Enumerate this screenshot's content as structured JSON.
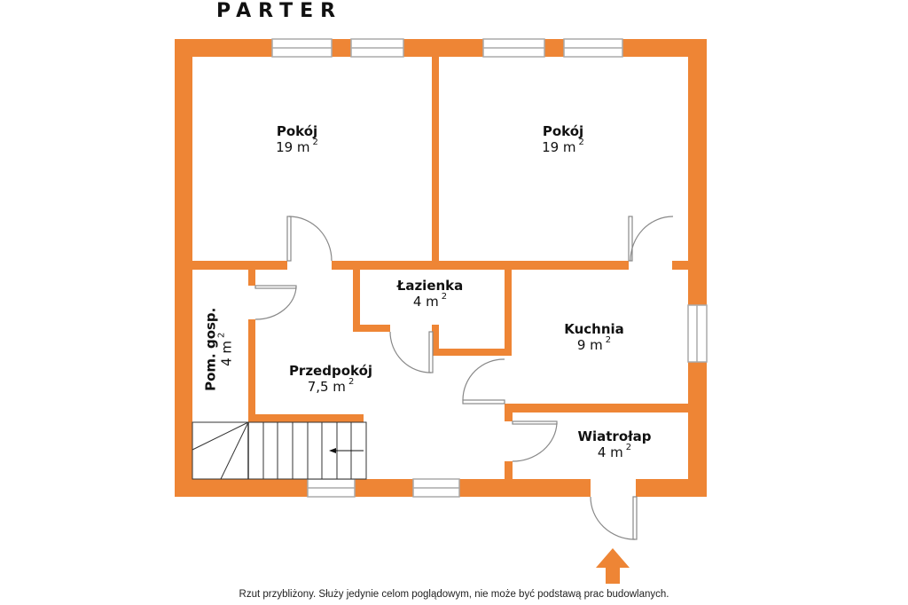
{
  "title": "PARTER",
  "colors": {
    "wall": "#EE8535",
    "window_frame": "#AAAAAA",
    "door_line": "#777777",
    "text": "#111111",
    "background": "#FFFFFF"
  },
  "rooms": [
    {
      "id": "pokoj-1",
      "name": "Pokój",
      "area_value": "19 m",
      "area_unit_sup": "2"
    },
    {
      "id": "pokoj-2",
      "name": "Pokój",
      "area_value": "19 m",
      "area_unit_sup": "2"
    },
    {
      "id": "lazienka",
      "name": "Łazienka",
      "area_value": "4 m",
      "area_unit_sup": "2"
    },
    {
      "id": "kuchnia",
      "name": "Kuchnia",
      "area_value": "9 m",
      "area_unit_sup": "2"
    },
    {
      "id": "pom-gosp",
      "name": "Pom. gosp.",
      "area_value": "4 m",
      "area_unit_sup": "2"
    },
    {
      "id": "przedpokoj",
      "name": "Przedpokój",
      "area_value": "7,5 m",
      "area_unit_sup": "2"
    },
    {
      "id": "wiatrolap",
      "name": "Wiatrołap",
      "area_value": "4 m",
      "area_unit_sup": "2"
    }
  ],
  "entrance_arrow": "arrow-up-icon",
  "disclaimer": "Rzut przybliżony. Służy jedynie celom poglądowym, nie może być podstawą prac budowlanych."
}
